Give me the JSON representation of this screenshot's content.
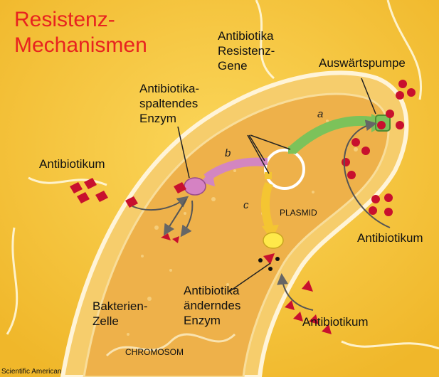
{
  "title": "Resistenz-\nMechanismen",
  "labels": {
    "genes": "Antibiotika\nResistenz-\nGene",
    "pump": "Auswärtspumpe",
    "splitting_enzyme": "Antibiotika-\nspaltendes\nEnzym",
    "antibiotic_left": "Antibiotikum",
    "antibiotic_right": "Antibiotikum",
    "antibiotic_bottom": "Antibiotikum",
    "plasmid": "PLASMID",
    "modifying_enzyme": "Antibiotika\nänderndes\nEnzym",
    "cell": "Bakterien-\nZelle",
    "chromosome": "CHROMOSOM"
  },
  "pathways": {
    "a": "a",
    "b": "b",
    "c": "c"
  },
  "credit": "Scientific American",
  "colors": {
    "background": "#f7c63a",
    "title": "#e8231f",
    "cell_body": "#efb048",
    "path_a": "#7cc25a",
    "path_b": "#d386c0",
    "path_c": "#f4c532",
    "antibiotic": "#c8102e"
  }
}
